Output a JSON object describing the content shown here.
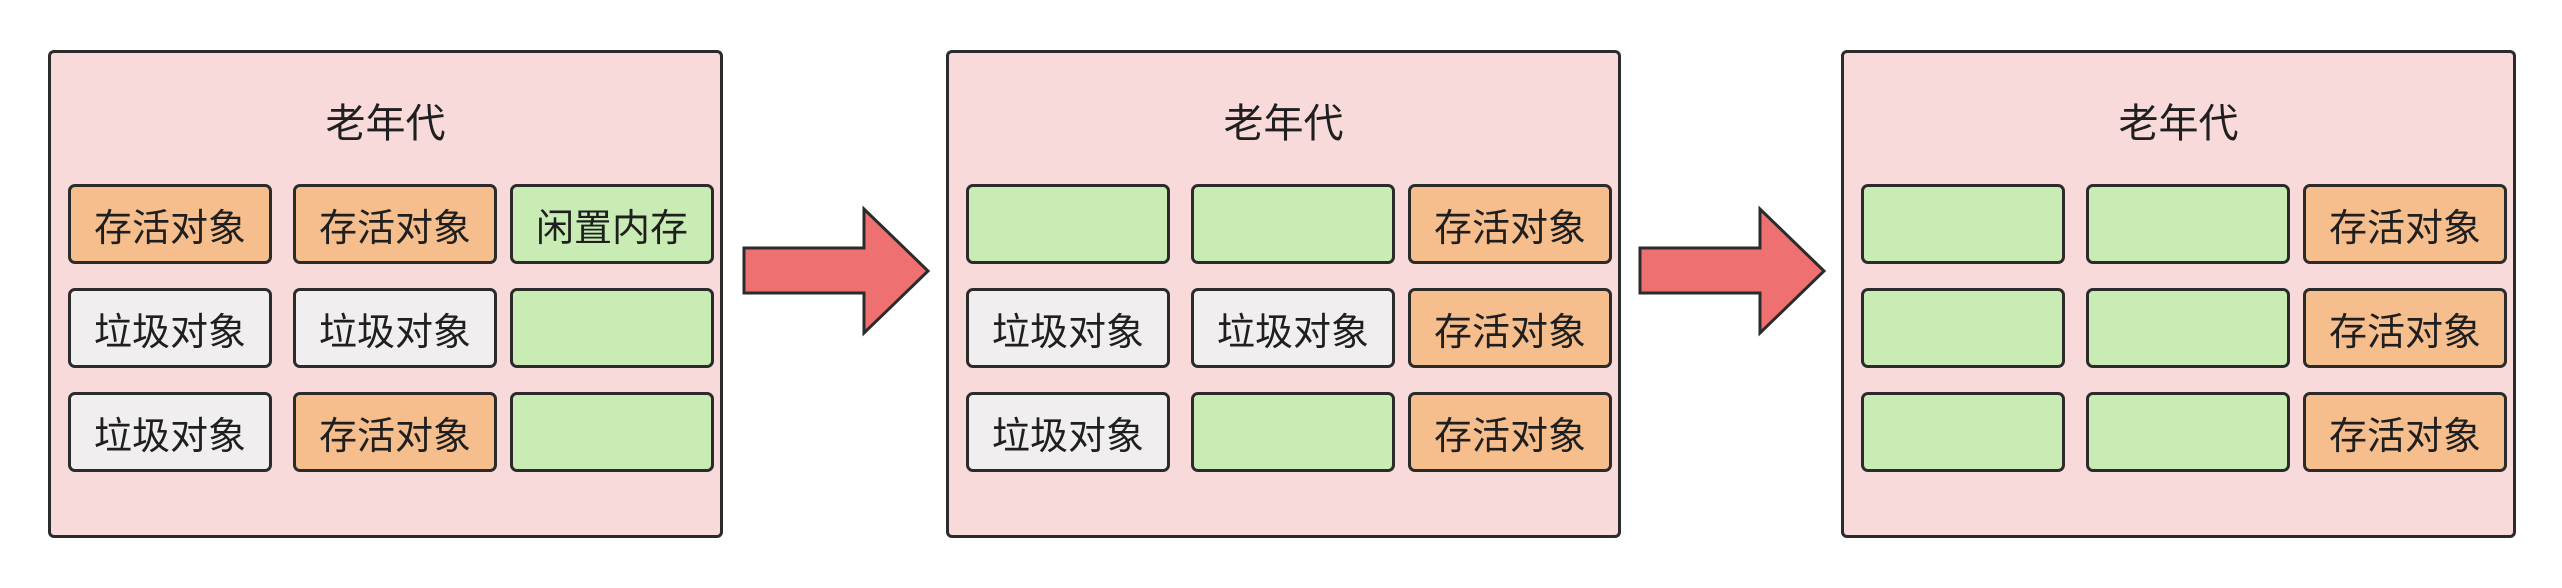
{
  "diagram": {
    "panels": [
      {
        "title": "老年代",
        "cells": [
          [
            {
              "label": "存活对象",
              "kind": "alive"
            },
            {
              "label": "存活对象",
              "kind": "alive"
            },
            {
              "label": "闲置内存",
              "kind": "free"
            }
          ],
          [
            {
              "label": "垃圾对象",
              "kind": "garbage"
            },
            {
              "label": "垃圾对象",
              "kind": "garbage"
            },
            {
              "label": "",
              "kind": "free"
            }
          ],
          [
            {
              "label": "垃圾对象",
              "kind": "garbage"
            },
            {
              "label": "存活对象",
              "kind": "alive"
            },
            {
              "label": "",
              "kind": "free"
            }
          ]
        ]
      },
      {
        "title": "老年代",
        "cells": [
          [
            {
              "label": "",
              "kind": "free"
            },
            {
              "label": "",
              "kind": "free"
            },
            {
              "label": "存活对象",
              "kind": "alive"
            }
          ],
          [
            {
              "label": "垃圾对象",
              "kind": "garbage"
            },
            {
              "label": "垃圾对象",
              "kind": "garbage"
            },
            {
              "label": "存活对象",
              "kind": "alive"
            }
          ],
          [
            {
              "label": "垃圾对象",
              "kind": "garbage"
            },
            {
              "label": "",
              "kind": "free"
            },
            {
              "label": "存活对象",
              "kind": "alive"
            }
          ]
        ]
      },
      {
        "title": "老年代",
        "cells": [
          [
            {
              "label": "",
              "kind": "free"
            },
            {
              "label": "",
              "kind": "free"
            },
            {
              "label": "存活对象",
              "kind": "alive"
            }
          ],
          [
            {
              "label": "",
              "kind": "free"
            },
            {
              "label": "",
              "kind": "free"
            },
            {
              "label": "存活对象",
              "kind": "alive"
            }
          ],
          [
            {
              "label": "",
              "kind": "free"
            },
            {
              "label": "",
              "kind": "free"
            },
            {
              "label": "存活对象",
              "kind": "alive"
            }
          ]
        ]
      }
    ],
    "colors": {
      "panel_fill": "#f8dada",
      "alive": "#f6be8c",
      "garbage": "#f0eeee",
      "free": "#c8ecb4",
      "arrow": "#ee7070",
      "border": "#2b2b2b"
    }
  }
}
